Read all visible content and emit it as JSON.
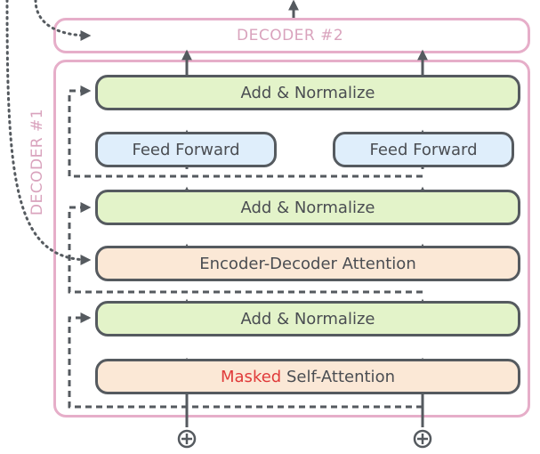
{
  "decoder2": {
    "label": "DECODER #2"
  },
  "decoder1": {
    "label": "DECODER #1"
  },
  "blocks": {
    "add_norm_top": "Add & Normalize",
    "feed_forward_left": "Feed Forward",
    "feed_forward_right": "Feed Forward",
    "add_norm_mid": "Add & Normalize",
    "enc_dec_attention": "Encoder-Decoder Attention",
    "add_norm_bottom": "Add & Normalize",
    "masked_word": "Masked",
    "self_attention": " Self-Attention"
  },
  "colors": {
    "frame_pink": "#e6aec9",
    "box_border": "#555a5f",
    "add_norm_fill": "#e3f3c9",
    "feed_forward_fill": "#dfeefb",
    "attention_fill": "#fbe8d6",
    "masked_red": "#e03a3a"
  },
  "icons": {
    "input_symbol": "plus-circle-icon"
  }
}
